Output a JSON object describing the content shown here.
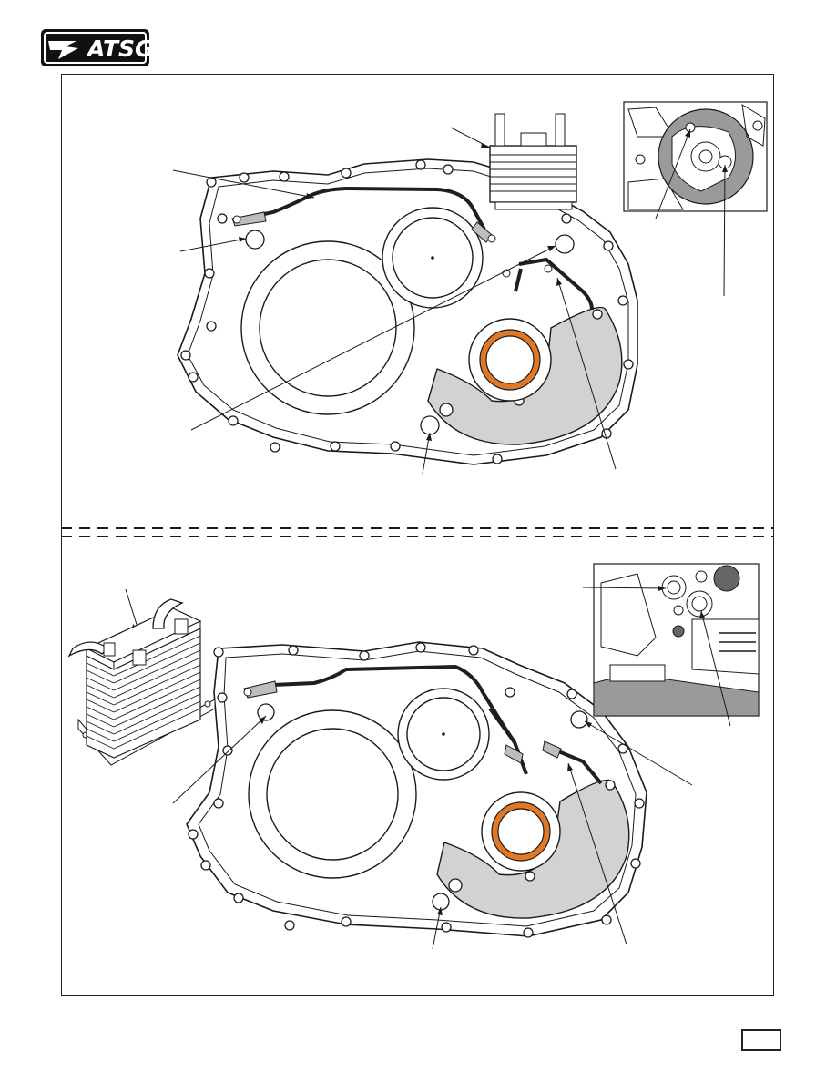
{
  "logo": {
    "text": "ATSG"
  },
  "colors": {
    "ink": "#1a1a1a",
    "shield_fill": "#d2d2d2",
    "seal_orange": "#e07826",
    "tube": "#1f1f1f",
    "photo_gray": "#9a9a9a",
    "background": "#ffffff"
  },
  "icons": [
    "atsg-logo-icon",
    "oil-cooler-icon",
    "transmission-case-diagram",
    "detail-photo"
  ],
  "page_number": ""
}
